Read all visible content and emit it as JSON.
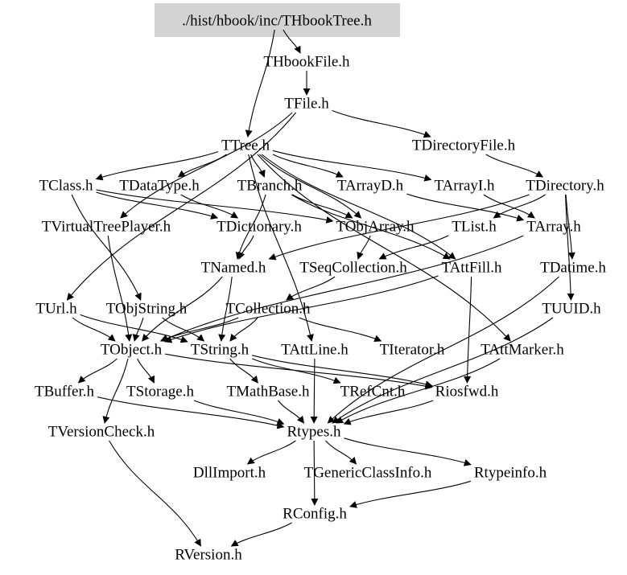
{
  "diagram": {
    "root": "./hist/hbook/inc/THbookTree.h",
    "nodes": [
      {
        "id": "root",
        "label": "./hist/hbook/inc/THbookTree.h"
      },
      {
        "id": "THbookFile",
        "label": "THbookFile.h"
      },
      {
        "id": "TFile",
        "label": "TFile.h"
      },
      {
        "id": "TTree",
        "label": "TTree.h"
      },
      {
        "id": "TDirectoryFile",
        "label": "TDirectoryFile.h"
      },
      {
        "id": "TClass",
        "label": "TClass.h"
      },
      {
        "id": "TDataType",
        "label": "TDataType.h"
      },
      {
        "id": "TBranch",
        "label": "TBranch.h"
      },
      {
        "id": "TArrayD",
        "label": "TArrayD.h"
      },
      {
        "id": "TArrayI",
        "label": "TArrayI.h"
      },
      {
        "id": "TDirectory",
        "label": "TDirectory.h"
      },
      {
        "id": "TVirtualTreePlayer",
        "label": "TVirtualTreePlayer.h"
      },
      {
        "id": "TDictionary",
        "label": "TDictionary.h"
      },
      {
        "id": "TObjArray",
        "label": "TObjArray.h"
      },
      {
        "id": "TList",
        "label": "TList.h"
      },
      {
        "id": "TArray",
        "label": "TArray.h"
      },
      {
        "id": "TNamed",
        "label": "TNamed.h"
      },
      {
        "id": "TSeqCollection",
        "label": "TSeqCollection.h"
      },
      {
        "id": "TAttFill",
        "label": "TAttFill.h"
      },
      {
        "id": "TDatime",
        "label": "TDatime.h"
      },
      {
        "id": "TUrl",
        "label": "TUrl.h"
      },
      {
        "id": "TObjString",
        "label": "TObjString.h"
      },
      {
        "id": "TCollection",
        "label": "TCollection.h"
      },
      {
        "id": "TUUID",
        "label": "TUUID.h"
      },
      {
        "id": "TObject",
        "label": "TObject.h"
      },
      {
        "id": "TString",
        "label": "TString.h"
      },
      {
        "id": "TAttLine",
        "label": "TAttLine.h"
      },
      {
        "id": "TIterator",
        "label": "TIterator.h"
      },
      {
        "id": "TAttMarker",
        "label": "TAttMarker.h"
      },
      {
        "id": "TBuffer",
        "label": "TBuffer.h"
      },
      {
        "id": "TStorage",
        "label": "TStorage.h"
      },
      {
        "id": "TMathBase",
        "label": "TMathBase.h"
      },
      {
        "id": "TRefCnt",
        "label": "TRefCnt.h"
      },
      {
        "id": "Riosfwd",
        "label": "Riosfwd.h"
      },
      {
        "id": "TVersionCheck",
        "label": "TVersionCheck.h"
      },
      {
        "id": "Rtypes",
        "label": "Rtypes.h"
      },
      {
        "id": "DllImport",
        "label": "DllImport.h"
      },
      {
        "id": "TGenericClassInfo",
        "label": "TGenericClassInfo.h"
      },
      {
        "id": "Rtypeinfo",
        "label": "Rtypeinfo.h"
      },
      {
        "id": "RConfig",
        "label": "RConfig.h"
      },
      {
        "id": "RVersion",
        "label": "RVersion.h"
      }
    ],
    "edges": [
      [
        "root",
        "THbookFile"
      ],
      [
        "root",
        "TTree"
      ],
      [
        "THbookFile",
        "TFile"
      ],
      [
        "TFile",
        "TDirectoryFile"
      ],
      [
        "TFile",
        "TVirtualTreePlayer"
      ],
      [
        "TFile",
        "TUrl"
      ],
      [
        "TTree",
        "TClass"
      ],
      [
        "TTree",
        "TDataType"
      ],
      [
        "TTree",
        "TBranch"
      ],
      [
        "TTree",
        "TArrayD"
      ],
      [
        "TTree",
        "TArrayI"
      ],
      [
        "TTree",
        "TObjArray"
      ],
      [
        "TTree",
        "TAttFill"
      ],
      [
        "TTree",
        "TAttLine"
      ],
      [
        "TTree",
        "TAttMarker"
      ],
      [
        "TDirectoryFile",
        "TDirectory"
      ],
      [
        "TClass",
        "TDictionary"
      ],
      [
        "TClass",
        "TObjString"
      ],
      [
        "TClass",
        "TObjArray"
      ],
      [
        "TDataType",
        "TDictionary"
      ],
      [
        "TBranch",
        "TNamed"
      ],
      [
        "TBranch",
        "TObjArray"
      ],
      [
        "TBranch",
        "TAttFill"
      ],
      [
        "TArrayD",
        "TArray"
      ],
      [
        "TArrayI",
        "TArray"
      ],
      [
        "TDirectory",
        "TNamed"
      ],
      [
        "TDirectory",
        "TList"
      ],
      [
        "TDirectory",
        "TDatime"
      ],
      [
        "TDirectory",
        "TUUID"
      ],
      [
        "TVirtualTreePlayer",
        "TObject"
      ],
      [
        "TDictionary",
        "TNamed"
      ],
      [
        "TObjArray",
        "TSeqCollection"
      ],
      [
        "TList",
        "TSeqCollection"
      ],
      [
        "TArray",
        "TObject"
      ],
      [
        "TNamed",
        "TObject"
      ],
      [
        "TNamed",
        "TString"
      ],
      [
        "TSeqCollection",
        "TCollection"
      ],
      [
        "TAttFill",
        "TObject"
      ],
      [
        "TAttFill",
        "Riosfwd"
      ],
      [
        "TDatime",
        "Rtypes"
      ],
      [
        "TUUID",
        "Rtypes"
      ],
      [
        "TUrl",
        "TObject"
      ],
      [
        "TUrl",
        "TString"
      ],
      [
        "TObjString",
        "TObject"
      ],
      [
        "TObjString",
        "TString"
      ],
      [
        "TCollection",
        "TObject"
      ],
      [
        "TCollection",
        "TIterator"
      ],
      [
        "TCollection",
        "TString"
      ],
      [
        "TObject",
        "TBuffer"
      ],
      [
        "TObject",
        "TStorage"
      ],
      [
        "TObject",
        "TVersionCheck"
      ],
      [
        "TObject",
        "Riosfwd"
      ],
      [
        "TString",
        "TMathBase"
      ],
      [
        "TString",
        "TRefCnt"
      ],
      [
        "TString",
        "Riosfwd"
      ],
      [
        "TAttLine",
        "Rtypes"
      ],
      [
        "TAttMarker",
        "Rtypes"
      ],
      [
        "TBuffer",
        "Rtypes"
      ],
      [
        "TStorage",
        "Rtypes"
      ],
      [
        "TMathBase",
        "Rtypes"
      ],
      [
        "Riosfwd",
        "Rtypes"
      ],
      [
        "TVersionCheck",
        "RVersion"
      ],
      [
        "Rtypes",
        "DllImport"
      ],
      [
        "Rtypes",
        "TGenericClassInfo"
      ],
      [
        "Rtypes",
        "Rtypeinfo"
      ],
      [
        "Rtypes",
        "RConfig"
      ],
      [
        "Rtypeinfo",
        "RConfig"
      ],
      [
        "RConfig",
        "RVersion"
      ]
    ]
  }
}
